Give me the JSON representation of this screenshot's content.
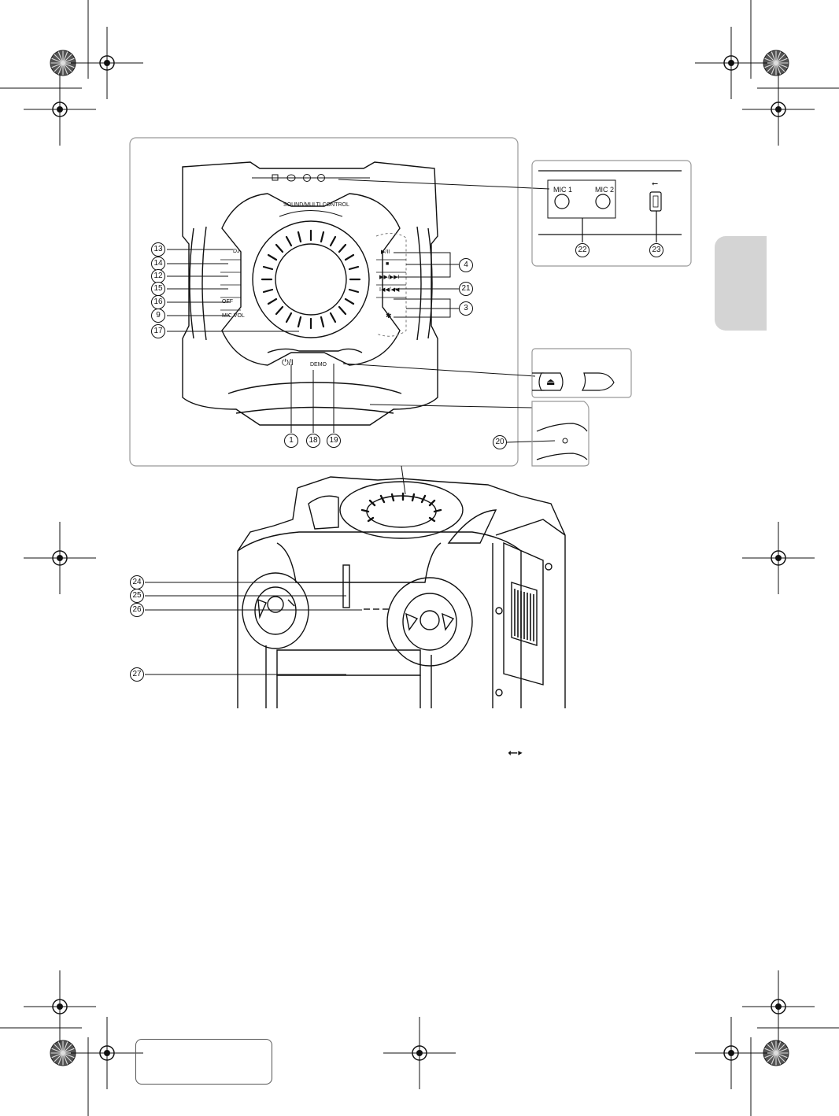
{
  "unit_top": {
    "dial_label": "SOUND/MULTI CONTROL",
    "left_button_labels": [
      "DJ",
      "OFF",
      "MIC VOL"
    ],
    "right_button_labels": [
      "▶/II",
      "■",
      "▶▶/▶▶I",
      "I◀◀/◀◀"
    ],
    "power_label": "⏻/I",
    "demo_label": "DEMO"
  },
  "callouts": {
    "c1": "1",
    "c3": "3",
    "c4": "4",
    "c9": "9",
    "c12": "12",
    "c13": "13",
    "c14": "14",
    "c15": "15",
    "c16": "16",
    "c17": "17",
    "c18": "18",
    "c19": "19",
    "c20": "20",
    "c21": "21",
    "c22": "22",
    "c23": "23",
    "c24": "24",
    "c25": "25",
    "c26": "26",
    "c27": "27"
  },
  "jack_panel": {
    "mic1": "MIC 1",
    "mic2": "MIC 2"
  },
  "eject_symbol": "⏏",
  "usb_symbol": "⭠‣",
  "icons": {
    "registration_marks": "crosshair-circle-icon",
    "usb": "usb-icon",
    "bluetooth": "bluetooth-icon"
  },
  "colors": {
    "line": "#111111",
    "tab": "#d4d4d4",
    "frame": "#999999"
  }
}
